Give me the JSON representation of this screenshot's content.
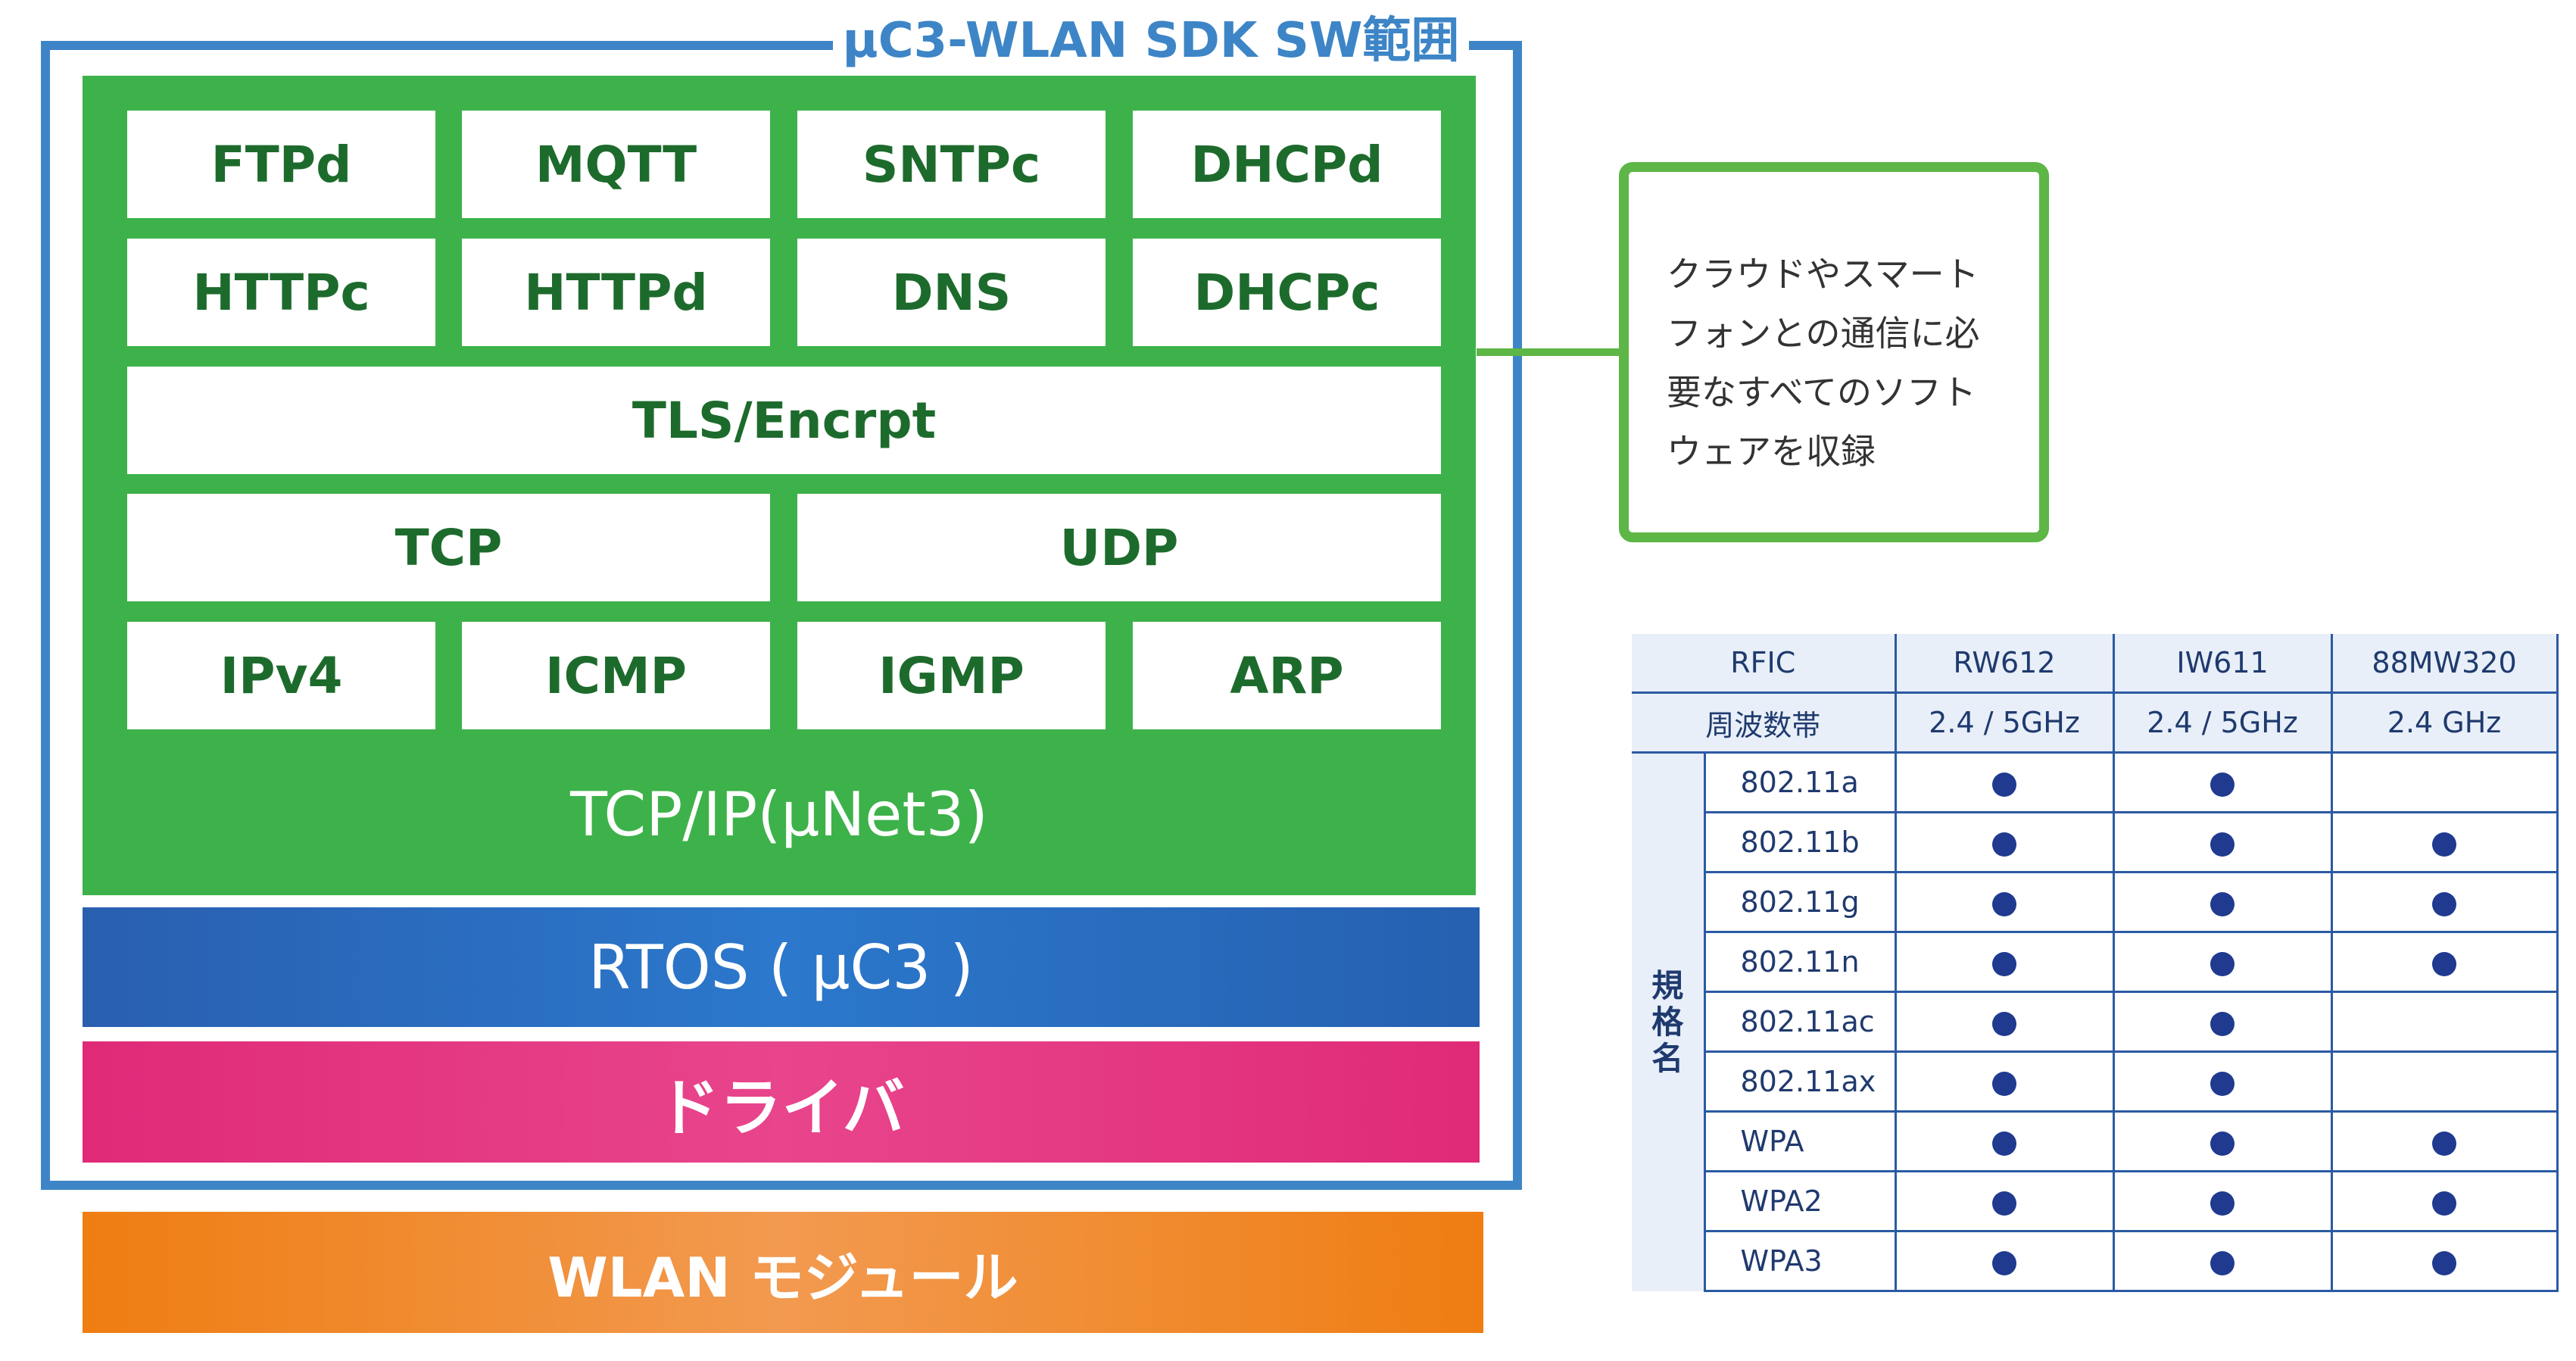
{
  "diagram": {
    "sdk_title": "µC3-WLAN SDK SW範囲",
    "rows": [
      [
        "FTPd",
        "MQTT",
        "SNTPc",
        "DHCPd"
      ],
      [
        "HTTPc",
        "HTTPd",
        "DNS",
        "DHCPc"
      ],
      [
        "TLS/Encrpt"
      ],
      [
        "TCP",
        "UDP"
      ],
      [
        "IPv4",
        "ICMP",
        "IGMP",
        "ARP"
      ]
    ],
    "stack_caption": "TCP/IP(µNet3)",
    "rtos": "RTOS ( µC3 )",
    "driver": "ドライバ",
    "module": "WLAN モジュール",
    "note": "クラウドやスマート\nフォンとの通信に必\n要なすべてのソフト\nウェアを収録"
  },
  "table": {
    "header_row1": [
      "RFIC",
      "RW612",
      "IW611",
      "88MW320"
    ],
    "header_row2": [
      "周波数帯",
      "2.4 / 5GHz",
      "2.4 / 5GHz",
      "2.4 GHz"
    ],
    "group_label": "規\n格\n名",
    "rows": [
      {
        "std": "802.11a",
        "marks": [
          true,
          true,
          false
        ]
      },
      {
        "std": "802.11b",
        "marks": [
          true,
          true,
          true
        ]
      },
      {
        "std": "802.11g",
        "marks": [
          true,
          true,
          true
        ]
      },
      {
        "std": "802.11n",
        "marks": [
          true,
          true,
          true
        ]
      },
      {
        "std": "802.11ac",
        "marks": [
          true,
          true,
          false
        ]
      },
      {
        "std": "802.11ax",
        "marks": [
          true,
          true,
          false
        ]
      },
      {
        "std": "WPA",
        "marks": [
          true,
          true,
          true
        ]
      },
      {
        "std": "WPA2",
        "marks": [
          true,
          true,
          true
        ]
      },
      {
        "std": "WPA3",
        "marks": [
          true,
          true,
          true
        ]
      }
    ]
  }
}
